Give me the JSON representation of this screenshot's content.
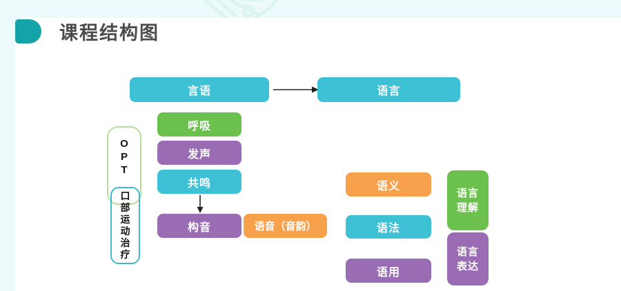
{
  "page": {
    "title": "课程结构图"
  },
  "colors": {
    "cyan": "#3EC1D5",
    "green": "#6CC04E",
    "purple": "#9A6CB4",
    "orange": "#F7A14D",
    "accent_teal": "#14A3A6",
    "opt_border": "#B2DFA0",
    "oral_border": "#3FB9C8",
    "title_text": "#4C4C4C",
    "page_bg": "#EDFAFC",
    "arrow": "#222222"
  },
  "nodes": {
    "speech": {
      "label": "言语"
    },
    "language": {
      "label": "语言"
    },
    "breathing": {
      "label": "呼吸"
    },
    "phonation": {
      "label": "发声"
    },
    "resonance": {
      "label": "共鸣"
    },
    "articulation": {
      "label": "构音"
    },
    "phonology": {
      "label": "语音（音韵）"
    },
    "semantics": {
      "label": "语义"
    },
    "syntax": {
      "label": "语法"
    },
    "pragmatics": {
      "label": "语用"
    },
    "comprehension": {
      "label": "语言\n理解"
    },
    "expression": {
      "label": "语言\n表达"
    },
    "opt": {
      "label": "O\nP\nT"
    },
    "oral_motor": {
      "label": "口\n部\n运\n动\n治\n疗"
    }
  },
  "edges": [
    {
      "from": "言语",
      "to": "语言",
      "direction": "right"
    },
    {
      "from": "共鸣",
      "to": "构音",
      "direction": "down"
    }
  ]
}
